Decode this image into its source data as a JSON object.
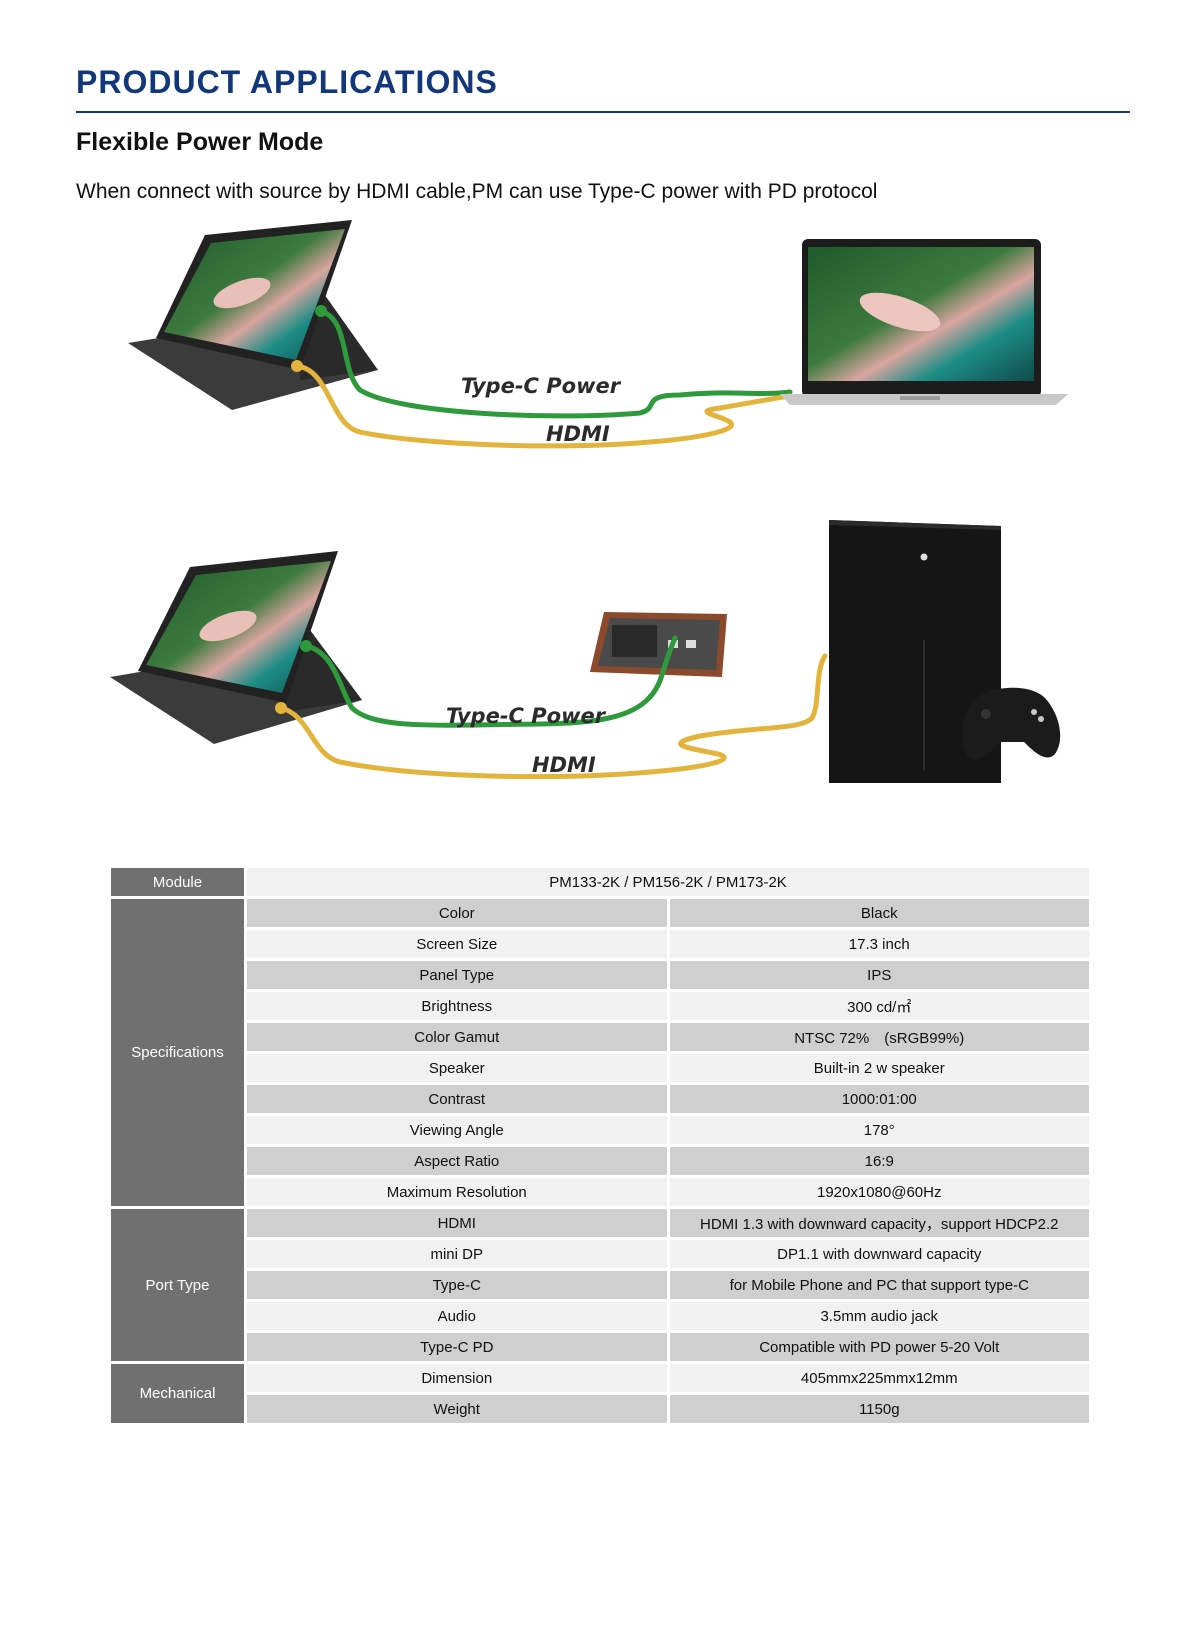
{
  "header": {
    "section_title": "PRODUCT APPLICATIONS",
    "sub_title": "Flexible Power Mode",
    "intro": "When connect with source by HDMI cable,PM can use Type-C power with PD protocol"
  },
  "diagram": {
    "type_c_label": "Type-C Power",
    "hdmi_label": "HDMI",
    "colors": {
      "type_c_cable": "#2e9a3c",
      "hdmi_cable": "#e3b43c"
    }
  },
  "table": {
    "module_label": "Module",
    "module_value": "PM133-2K / PM156-2K / PM173-2K",
    "groups": [
      {
        "name": "Specifications",
        "rows": [
          {
            "label": "Color",
            "value": "Black"
          },
          {
            "label": "Screen Size",
            "value": "17.3 inch"
          },
          {
            "label": "Panel Type",
            "value": "IPS"
          },
          {
            "label": "Brightness",
            "value": "300 cd/㎡"
          },
          {
            "label": "Color Gamut",
            "value": "NTSC 72%　(sRGB99%)"
          },
          {
            "label": "Speaker",
            "value": "Built-in 2 w speaker"
          },
          {
            "label": "Contrast",
            "value": "1000:01:00"
          },
          {
            "label": "Viewing Angle",
            "value": "178°"
          },
          {
            "label": "Aspect Ratio",
            "value": "16:9"
          },
          {
            "label": "Maximum Resolution",
            "value": "1920x1080@60Hz"
          }
        ]
      },
      {
        "name": "Port Type",
        "rows": [
          {
            "label": "HDMI",
            "value": "HDMI 1.3 with downward capacity，support HDCP2.2"
          },
          {
            "label": "mini DP",
            "value": "DP1.1 with downward capacity"
          },
          {
            "label": "Type-C",
            "value": "for Mobile Phone and PC that support type-C"
          },
          {
            "label": "Audio",
            "value": "3.5mm audio jack"
          },
          {
            "label": "Type-C PD",
            "value": "Compatible with PD power 5-20 Volt"
          }
        ]
      },
      {
        "name": "Mechanical",
        "rows": [
          {
            "label": "Dimension",
            "value": "405mmx225mmx12mm"
          },
          {
            "label": "Weight",
            "value": "1150g"
          }
        ]
      }
    ]
  }
}
